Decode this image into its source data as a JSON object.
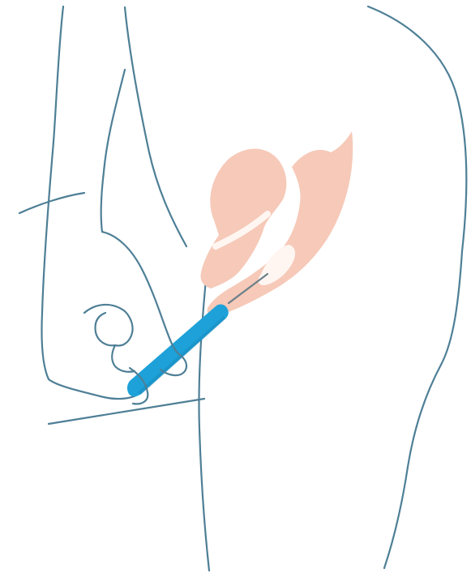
{
  "figure": {
    "text": [],
    "colors": {
      "background": "#ffffff",
      "outline": "#4e7f96",
      "anatomy": "#f6c9b8",
      "anatomy_highlight": "#fff6f2",
      "applicator": "#1da1d8",
      "applicator_dark": "#167fb0"
    },
    "icons": [
      "body-outline",
      "hand-outline",
      "reproductive-anatomy",
      "swab-applicator"
    ]
  }
}
